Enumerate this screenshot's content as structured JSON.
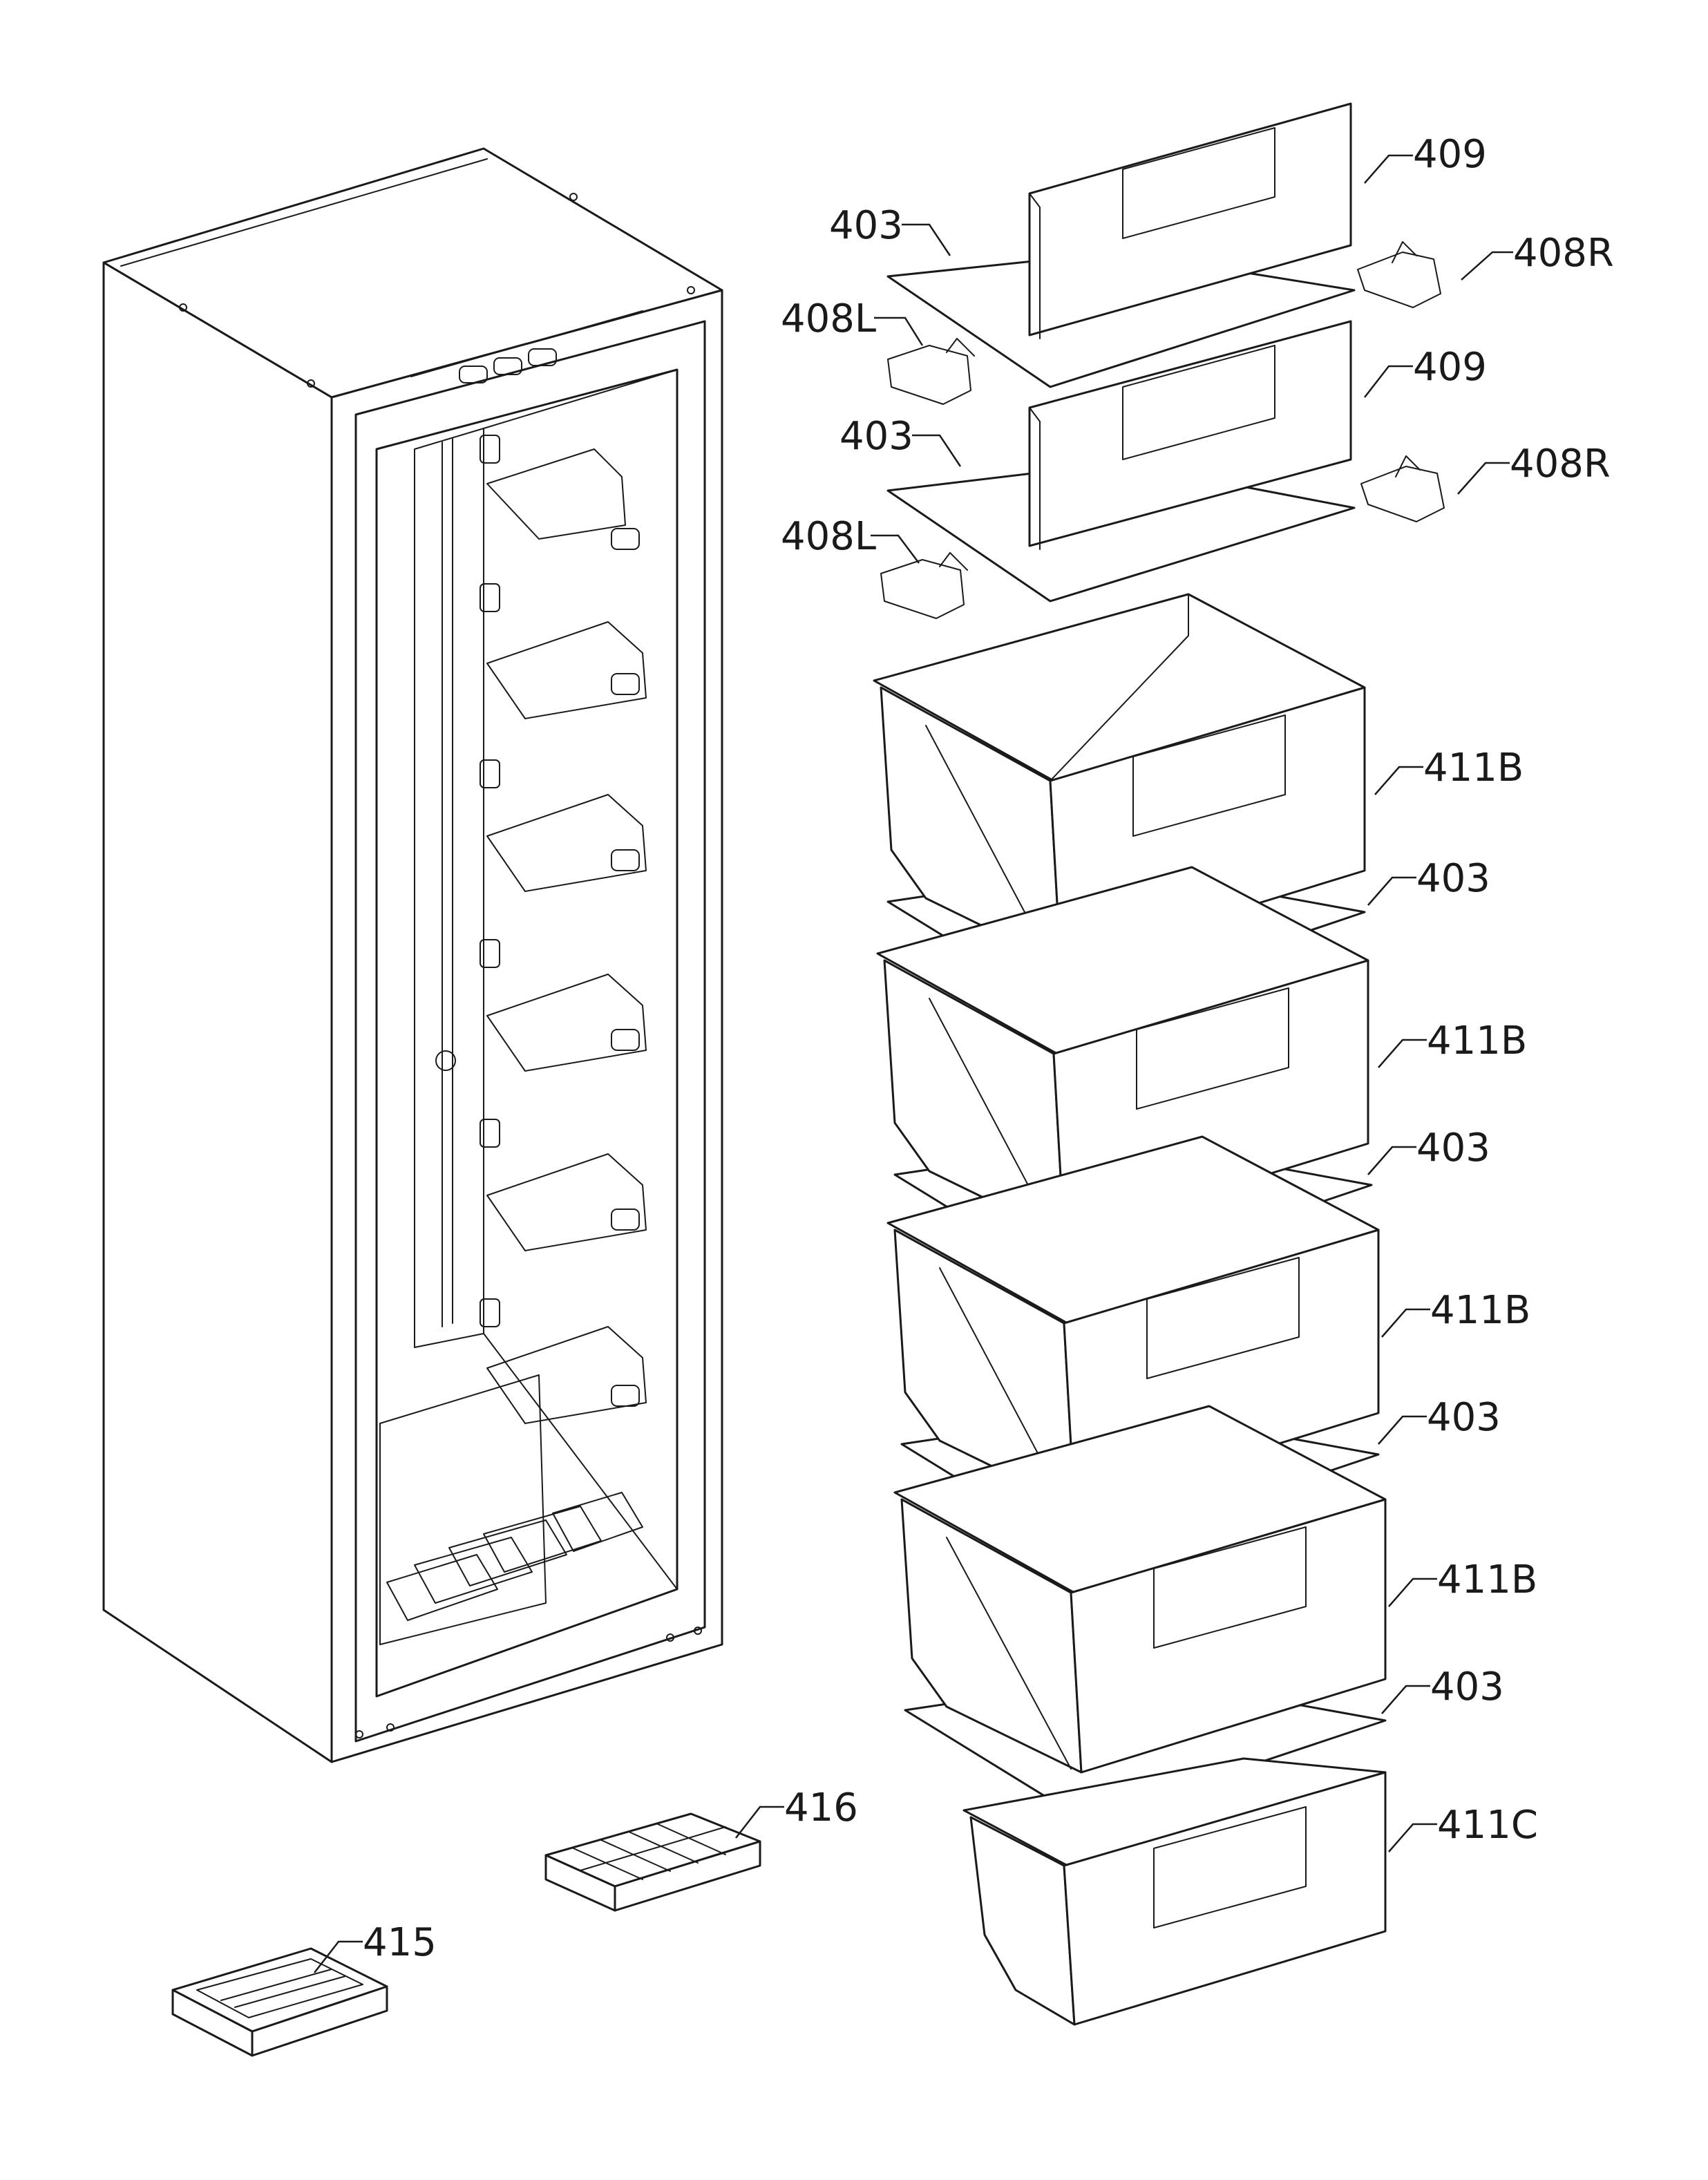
{
  "callouts": {
    "c409a": "409",
    "c403a": "403",
    "c408Ra": "408R",
    "c408La": "408L",
    "c409b": "409",
    "c403b": "403",
    "c408Rb": "408R",
    "c408Lb": "408L",
    "c411B1": "411B",
    "c403c": "403",
    "c411B2": "411B",
    "c403d": "403",
    "c411B3": "411B",
    "c403e": "403",
    "c411B4": "411B",
    "c403f": "403",
    "c411C": "411C",
    "c416": "416",
    "c415": "415"
  }
}
